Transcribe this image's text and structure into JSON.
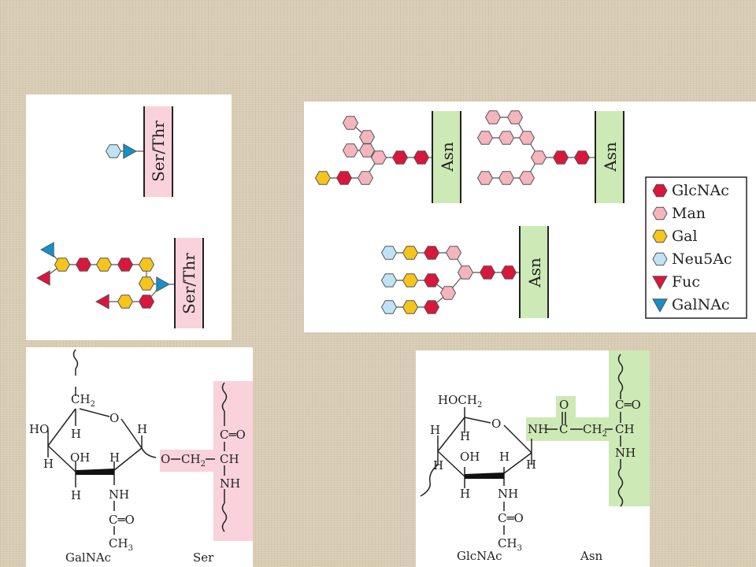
{
  "legend": {
    "items": [
      {
        "label": "GlcNAc",
        "color": "#d9163c",
        "shape": "hexagon"
      },
      {
        "label": "Man",
        "color": "#f4b5bd",
        "shape": "hexagon"
      },
      {
        "label": "Gal",
        "color": "#f5c51c",
        "shape": "hexagon"
      },
      {
        "label": "Neu5Ac",
        "color": "#bfe3f4",
        "shape": "hexagon"
      },
      {
        "label": "Fuc",
        "color": "#d9163c",
        "shape": "triangle-down"
      },
      {
        "label": "GalNAc",
        "color": "#1590c8",
        "shape": "triangle-down"
      }
    ]
  },
  "o_linked": {
    "anchor_label": "Ser/Thr",
    "anchor_color": "#f9d2dc"
  },
  "n_linked": {
    "anchor_label": "Asn",
    "anchor_color": "#cde9b5"
  },
  "ser_structure": {
    "sugar_label": "GalNAc",
    "residue_label": "Ser",
    "highlight_color": "#f9d2dc",
    "atoms": {
      "ch2": "CH",
      "ch2_sub": "2",
      "o_ring": "O",
      "ho": "HO",
      "h": "H",
      "oh": "OH",
      "nh": "NH",
      "c_eq_o": "C═O",
      "ch3": "CH",
      "ch3_sub": "3",
      "linker_o": "O",
      "linker_ch2": "CH",
      "linker_sub": "2",
      "ch": "CH",
      "res_c_eq_o": "C═O",
      "res_nh": "NH"
    }
  },
  "asn_structure": {
    "sugar_label": "GlcNAc",
    "residue_label": "Asn",
    "highlight_color": "#cde9b5",
    "atoms": {
      "hoch2": "HOCH",
      "hoch2_sub": "2",
      "o_ring": "O",
      "h": "H",
      "oh": "OH",
      "nh": "NH",
      "c_eq_o": "C═O",
      "ch3": "CH",
      "ch3_sub": "3",
      "link_nh": "NH",
      "link_c": "C",
      "link_o": "O",
      "link_ch2": "CH",
      "link_sub": "2",
      "ch": "CH",
      "res_c_eq_o": "C═O",
      "res_o": "O",
      "res_c": "C",
      "res_nh": "NH"
    }
  }
}
